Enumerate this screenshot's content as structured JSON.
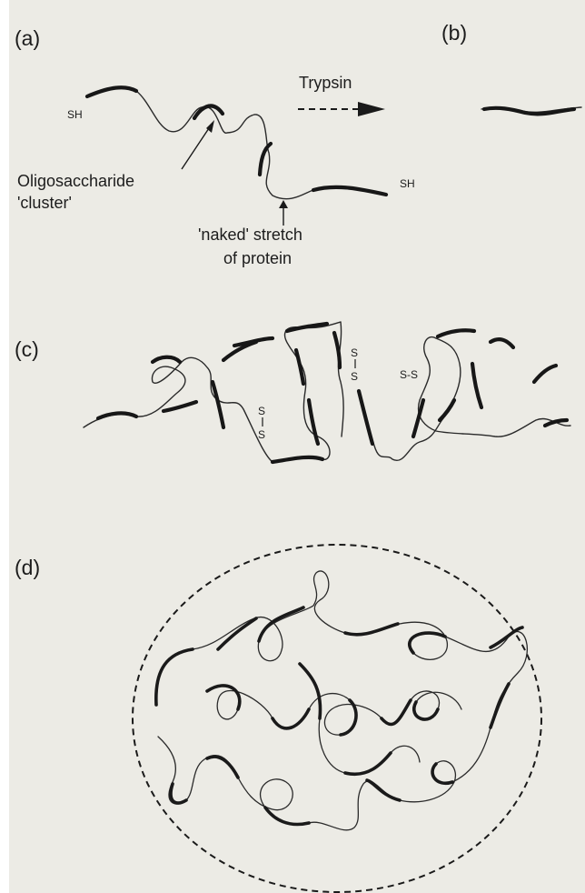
{
  "panels": {
    "a": {
      "label": "(a)"
    },
    "b": {
      "label": "(b)"
    },
    "c": {
      "label": "(c)"
    },
    "d": {
      "label": "(d)"
    }
  },
  "panel_a": {
    "sh_left": "SH",
    "sh_right": "SH",
    "trypsin": "Trypsin",
    "oligo_line1": "Oligosaccharide",
    "oligo_line2": "'cluster'",
    "naked_line1": "'naked' stretch",
    "naked_line2": "of protein"
  },
  "panel_c": {
    "bond_left_top": "S",
    "bond_left_bottom": "S",
    "bond_mid_top": "S",
    "bond_mid_bottom": "S",
    "bond_right": "S-S"
  }
}
